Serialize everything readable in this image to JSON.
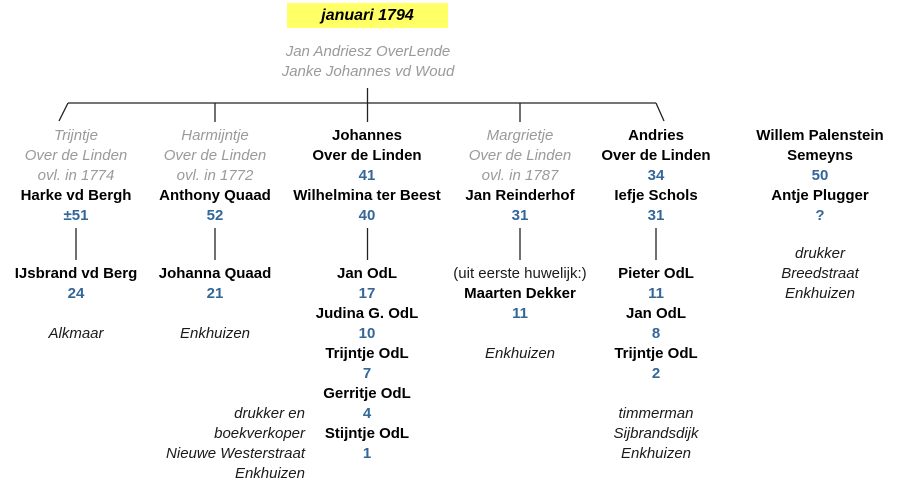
{
  "title": "januari 1794",
  "parents": [
    "Jan Andriesz OverLende",
    "Janke Johannes vd Woud"
  ],
  "colors": {
    "highlight": "#ffff66",
    "age_blue": "#336699",
    "deceased_gray": "#9a9a9a",
    "text_black": "#1a1a1a"
  },
  "columns": [
    {
      "id": "trijntje",
      "blocks": [
        {
          "lines": [
            {
              "text": "Trijntje",
              "style": "gray"
            },
            {
              "text": "Over de Linden",
              "style": "gray"
            },
            {
              "text": "ovl. in 1774",
              "style": "gray"
            },
            {
              "text": "Harke vd Bergh",
              "style": "bold"
            },
            {
              "text": "±51",
              "style": "age"
            }
          ]
        },
        {
          "lines": [
            {
              "text": "IJsbrand vd Berg",
              "style": "bold"
            },
            {
              "text": "24",
              "style": "age"
            }
          ]
        },
        {
          "lines": [
            {
              "text": "Alkmaar",
              "style": "italic"
            }
          ]
        }
      ]
    },
    {
      "id": "harmijntje",
      "blocks": [
        {
          "lines": [
            {
              "text": "Harmijntje",
              "style": "gray"
            },
            {
              "text": "Over de Linden",
              "style": "gray"
            },
            {
              "text": "ovl. in 1772",
              "style": "gray"
            },
            {
              "text": "Anthony Quaad",
              "style": "bold"
            },
            {
              "text": "52",
              "style": "age"
            }
          ]
        },
        {
          "lines": [
            {
              "text": "Johanna Quaad",
              "style": "bold"
            },
            {
              "text": "21",
              "style": "age"
            }
          ]
        },
        {
          "lines": [
            {
              "text": "Enkhuizen",
              "style": "italic"
            }
          ]
        }
      ]
    },
    {
      "id": "johannes",
      "blocks": [
        {
          "lines": [
            {
              "text": "Johannes",
              "style": "bold"
            },
            {
              "text": "Over de Linden",
              "style": "bold"
            },
            {
              "text": "41",
              "style": "age"
            },
            {
              "text": "Wilhelmina ter Beest",
              "style": "bold"
            },
            {
              "text": "40",
              "style": "age"
            }
          ]
        },
        {
          "lines": [
            {
              "text": "Jan OdL",
              "style": "bold"
            },
            {
              "text": "17",
              "style": "age"
            },
            {
              "text": "Judina G. OdL",
              "style": "bold"
            },
            {
              "text": "10",
              "style": "age"
            },
            {
              "text": "Trijntje OdL",
              "style": "bold"
            },
            {
              "text": "7",
              "style": "age"
            },
            {
              "text": "Gerritje OdL",
              "style": "bold"
            },
            {
              "text": "4",
              "style": "age"
            },
            {
              "text": "Stijntje OdL",
              "style": "bold"
            },
            {
              "text": "1",
              "style": "age"
            }
          ]
        }
      ]
    },
    {
      "id": "margrietje",
      "blocks": [
        {
          "lines": [
            {
              "text": "Margrietje",
              "style": "gray"
            },
            {
              "text": "Over de Linden",
              "style": "gray"
            },
            {
              "text": "ovl. in 1787",
              "style": "gray"
            },
            {
              "text": "Jan Reinderhof",
              "style": "bold"
            },
            {
              "text": "31",
              "style": "age"
            }
          ]
        },
        {
          "lines": [
            {
              "text": "(uit eerste huwelijk:)",
              "style": "plain"
            },
            {
              "text": "Maarten Dekker",
              "style": "bold"
            },
            {
              "text": "11",
              "style": "age"
            }
          ]
        },
        {
          "lines": [
            {
              "text": "Enkhuizen",
              "style": "italic"
            }
          ]
        }
      ]
    },
    {
      "id": "andries",
      "blocks": [
        {
          "lines": [
            {
              "text": "Andries",
              "style": "bold"
            },
            {
              "text": "Over de Linden",
              "style": "bold"
            },
            {
              "text": "34",
              "style": "age"
            },
            {
              "text": "Iefje Schols",
              "style": "bold"
            },
            {
              "text": "31",
              "style": "age"
            }
          ]
        },
        {
          "lines": [
            {
              "text": "Pieter OdL",
              "style": "bold"
            },
            {
              "text": "11",
              "style": "age"
            },
            {
              "text": "Jan OdL",
              "style": "bold"
            },
            {
              "text": "8",
              "style": "age"
            },
            {
              "text": "Trijntje OdL",
              "style": "bold"
            },
            {
              "text": "2",
              "style": "age"
            }
          ]
        },
        {
          "lines": [
            {
              "text": "timmerman",
              "style": "italic"
            },
            {
              "text": "Sijbrandsdijk",
              "style": "italic"
            },
            {
              "text": "Enkhuizen",
              "style": "italic"
            }
          ]
        }
      ]
    },
    {
      "id": "willem-palenstein",
      "blocks": [
        {
          "lines": [
            {
              "text": "Willem Palenstein",
              "style": "bold"
            },
            {
              "text": "Semeyns",
              "style": "bold"
            },
            {
              "text": "50",
              "style": "age"
            },
            {
              "text": "Antje Plugger",
              "style": "bold"
            },
            {
              "text": "?",
              "style": "age"
            }
          ]
        },
        {
          "lines": [
            {
              "text": "drukker",
              "style": "italic"
            },
            {
              "text": "Breedstraat",
              "style": "italic"
            },
            {
              "text": "Enkhuizen",
              "style": "italic"
            }
          ]
        }
      ]
    }
  ],
  "side_note": {
    "lines": [
      {
        "text": "drukker en",
        "style": "italic"
      },
      {
        "text": "boekverkoper",
        "style": "italic"
      },
      {
        "text": "Nieuwe Westerstraat",
        "style": "italic"
      },
      {
        "text": "Enkhuizen",
        "style": "italic"
      }
    ]
  }
}
